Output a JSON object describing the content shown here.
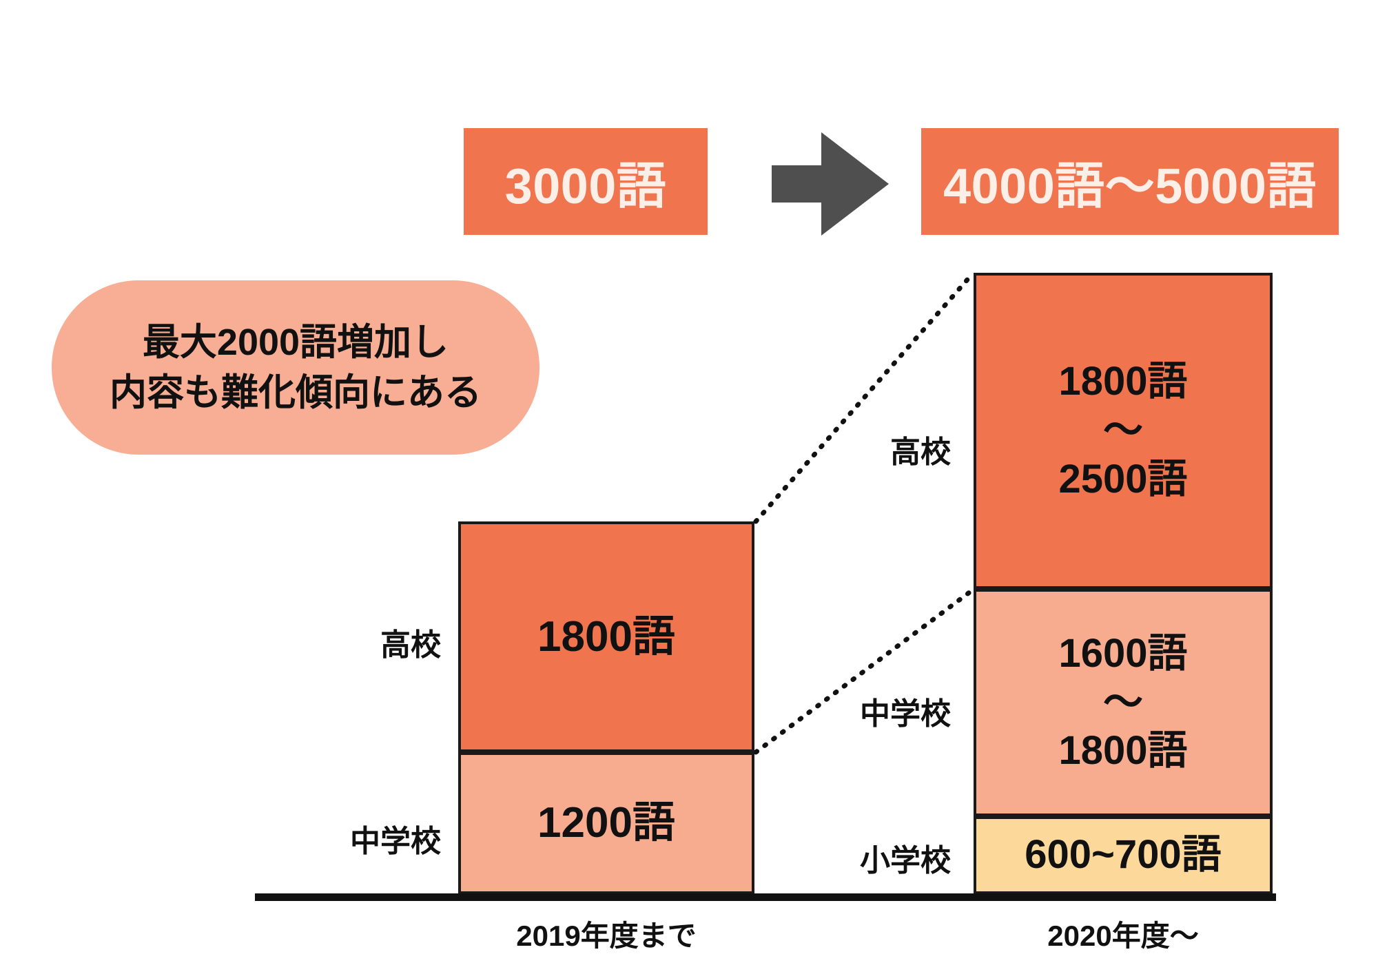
{
  "banners": {
    "before": "3000語",
    "after": "4000語～5000語",
    "arrow_icon": "arrow-right-icon"
  },
  "callout": {
    "line1": "最大2000語増加し",
    "line2": "内容も難化傾向にある"
  },
  "axis": {
    "left_period": "2019年度まで",
    "right_period": "2020年度～"
  },
  "labels": {
    "high_school": "高校",
    "junior_high": "中学校",
    "elementary": "小学校"
  },
  "bars": {
    "y2019": {
      "high_school": {
        "label": "高校",
        "text": "1800語"
      },
      "junior_high": {
        "label": "中学校",
        "text": "1200語"
      }
    },
    "y2020": {
      "high_school": {
        "label": "高校",
        "line1": "1800語",
        "line2": "～",
        "line3": "2500語"
      },
      "junior_high": {
        "label": "中学校",
        "line1": "1600語",
        "line2": "～",
        "line3": "1800語"
      },
      "elementary": {
        "label": "小学校",
        "text": "600~700語"
      }
    }
  },
  "colors": {
    "orange": "#F0754F",
    "pink": "#F7AC90",
    "yellow": "#FCD89B",
    "callout_pink": "#F7AE94",
    "arrow_gray": "#4F4F4F",
    "outline": "#1A1A1A"
  },
  "chart_data": {
    "type": "bar",
    "title": "",
    "xlabel": "",
    "ylabel": "",
    "stacked": true,
    "categories": [
      "2019年度まで",
      "2020年度～"
    ],
    "series": [
      {
        "name": "小学校",
        "values": [
          0,
          650
        ],
        "label_texts": [
          "",
          "600~700語"
        ],
        "range": [
          null,
          [
            600,
            700
          ]
        ]
      },
      {
        "name": "中学校",
        "values": [
          1200,
          1700
        ],
        "label_texts": [
          "1200語",
          "1600語～1800語"
        ],
        "range": [
          [
            1200,
            1200
          ],
          [
            1600,
            1800
          ]
        ]
      },
      {
        "name": "高校",
        "values": [
          1800,
          2150
        ],
        "label_texts": [
          "1800語",
          "1800語～2500語"
        ],
        "range": [
          [
            1800,
            1800
          ],
          [
            1800,
            2500
          ]
        ]
      }
    ],
    "totals": [
      "3000語",
      "4000語～5000語"
    ],
    "annotation": "最大2000語増加し内容も難化傾向にある",
    "grid": false,
    "legend": "none"
  }
}
